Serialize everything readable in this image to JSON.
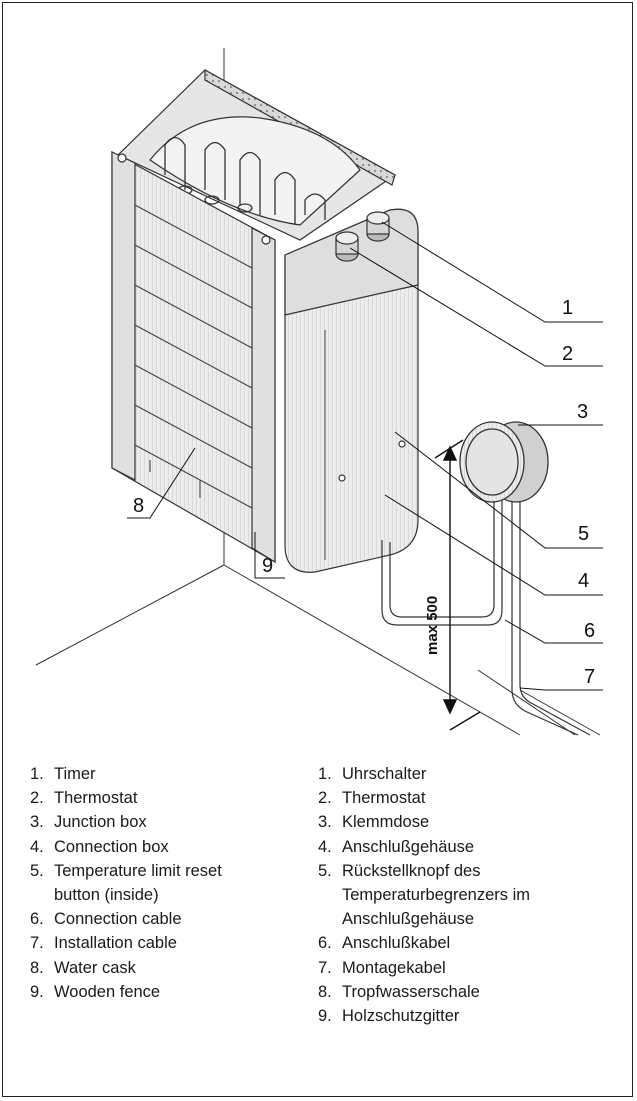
{
  "callouts": [
    "1",
    "2",
    "3",
    "4",
    "5",
    "6",
    "7",
    "8",
    "9"
  ],
  "dimension_label": "max 500",
  "legend_en": [
    {
      "num": "1.",
      "text": "Timer"
    },
    {
      "num": "2.",
      "text": "Thermostat"
    },
    {
      "num": "3.",
      "text": "Junction box"
    },
    {
      "num": "4.",
      "text": "Connection box"
    },
    {
      "num": "5.",
      "text": "Temperature limit reset button (inside)"
    },
    {
      "num": "6.",
      "text": "Connection cable"
    },
    {
      "num": "7.",
      "text": "Installation cable"
    },
    {
      "num": "8.",
      "text": "Water cask"
    },
    {
      "num": "9.",
      "text": "Wooden fence"
    }
  ],
  "legend_de": [
    {
      "num": "1.",
      "text": "Uhrschalter"
    },
    {
      "num": "2.",
      "text": "Thermostat"
    },
    {
      "num": "3.",
      "text": "Klemmdose"
    },
    {
      "num": "4.",
      "text": "Anschlußgehäuse"
    },
    {
      "num": "5.",
      "text": "Rückstellknopf des Temperaturbegrenzers im Anschlußgehäuse"
    },
    {
      "num": "6.",
      "text": "Anschlußkabel"
    },
    {
      "num": "7.",
      "text": "Montagekabel"
    },
    {
      "num": "8.",
      "text": "Tropfwasserschale"
    },
    {
      "num": "9.",
      "text": "Holzschutzgitter"
    }
  ]
}
